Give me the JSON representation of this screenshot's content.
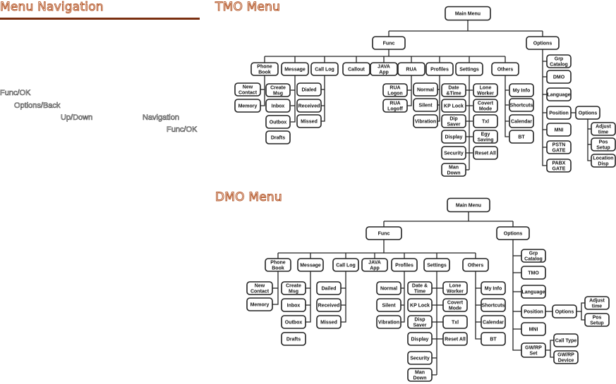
{
  "page_title": "Menu Navigation",
  "side_text": [
    "Func/OK",
    "Options/Back",
    "Up/Down",
    "Navigation",
    "Func/OK"
  ],
  "colors": {
    "heading": "#b5582a",
    "rule": "#7a2f10",
    "box_stroke": "#222222"
  },
  "tmo_menu": {
    "title": "TMO Menu",
    "root": {
      "label": "Main Menu"
    },
    "func": {
      "label": "Func"
    },
    "options": {
      "label": "Options"
    },
    "func_items": [
      {
        "label": "Phone\nBook",
        "children": [
          "New\nContact",
          "Memory"
        ]
      },
      {
        "label": "Message",
        "children": [
          "Create\nMsg",
          "Inbox",
          "Outbox",
          "Drafts"
        ]
      },
      {
        "label": "Call Log",
        "children": [
          "Dialed",
          "Received",
          "Missed"
        ]
      },
      {
        "label": "Callout",
        "children": []
      },
      {
        "label": "JAVA\nApp",
        "children": []
      },
      {
        "label": "RUA",
        "children": [
          "RUA\nLogon",
          "RUA\nLogoff"
        ]
      },
      {
        "label": "Profiles",
        "children": [
          "Normal",
          "Silent",
          "Vibration"
        ]
      },
      {
        "label": "Settings",
        "children": [
          "Date\n&Time",
          "KP Lock",
          "Dip\nSaver",
          "Display",
          "Security",
          "Man\nDown"
        ],
        "children_right": [
          "Lone\nWorker",
          "Covert\nMode",
          "Txl",
          "Egy\nSaving",
          "Reset All"
        ]
      },
      {
        "label": "Others",
        "children": [
          "My Info",
          "Shortcuts",
          "Calendar",
          "BT"
        ]
      }
    ],
    "options_items": [
      "Grp\nCatalog",
      "DMO",
      "Language",
      "Position",
      "MNI",
      "PSTN\nGATE",
      "PABX\nGATE"
    ],
    "position_options": {
      "label": "Options",
      "children": [
        "Adjust\ntime",
        "Pos\nSetup",
        "Location\nDisp"
      ]
    }
  },
  "dmo_menu": {
    "title": "DMO Menu",
    "root": {
      "label": "Main Menu"
    },
    "func": {
      "label": "Func"
    },
    "options": {
      "label": "Options"
    },
    "func_items": [
      {
        "label": "Phone\nBook",
        "children": [
          "New\nContact",
          "Memory"
        ]
      },
      {
        "label": "Message",
        "children": [
          "Create\nMsg",
          "Inbox",
          "Outbox",
          "Drafts"
        ]
      },
      {
        "label": "Call Log",
        "children": [
          "Dailed",
          "Received",
          "Missed"
        ]
      },
      {
        "label": "JAVA\nApp",
        "children": []
      },
      {
        "label": "Profiles",
        "children": [
          "Normal",
          "Silent",
          "Vibration"
        ]
      },
      {
        "label": "Settings",
        "children": [
          "Date &\nTime",
          "KP Lock",
          "Disp\nSaver",
          "Display",
          "Security",
          "Man\nDown"
        ],
        "children_right": [
          "Lone\nWorker",
          "Covert\nMode",
          "Txl",
          "Reset All"
        ]
      },
      {
        "label": "Others",
        "children": [
          "My Info",
          "Shortcuts",
          "Calendar",
          "BT"
        ]
      }
    ],
    "options_items": [
      "Grp\nCatalog",
      "TMO",
      "Language",
      "Position",
      "MNI",
      "GW/RP\nSet"
    ],
    "position_options": {
      "label": "Options",
      "children": [
        "Adjust\ntime",
        "Pos\nSetup"
      ]
    },
    "gwrp_children": [
      "Call Type",
      "GW/RP\nDevice"
    ]
  }
}
